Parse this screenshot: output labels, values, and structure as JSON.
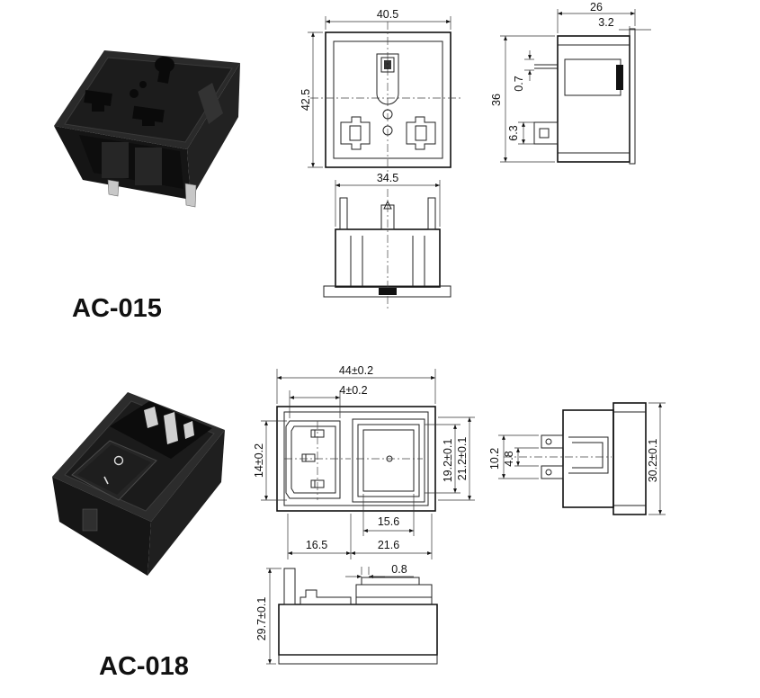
{
  "products": [
    {
      "model": "AC-015",
      "dimensions": {
        "front_width": "40.5",
        "front_height": "42.5",
        "side_depth": "26",
        "side_flange": "3.2",
        "side_height": "36",
        "side_offset_top": "0.7",
        "side_terminal": "6.3",
        "bottom_width": "34.5"
      }
    },
    {
      "model": "AC-018",
      "dimensions": {
        "overall_width": "44±0.2",
        "inlet_offset": "4±0.2",
        "inlet_height": "14±0.2",
        "switch_height": "19.2±0.1",
        "body_height": "21.2±0.1",
        "switch_width": "15.6",
        "inlet_width": "16.5",
        "switch_zone_width": "21.6",
        "side_pin_span": "10.2",
        "side_pin_pitch": "4.8",
        "side_height": "30.2±0.1",
        "bottom_depth": "29.7±0.1",
        "bottom_step": "0.8"
      }
    }
  ],
  "switch_symbols": {
    "on": "I",
    "off": "O"
  }
}
